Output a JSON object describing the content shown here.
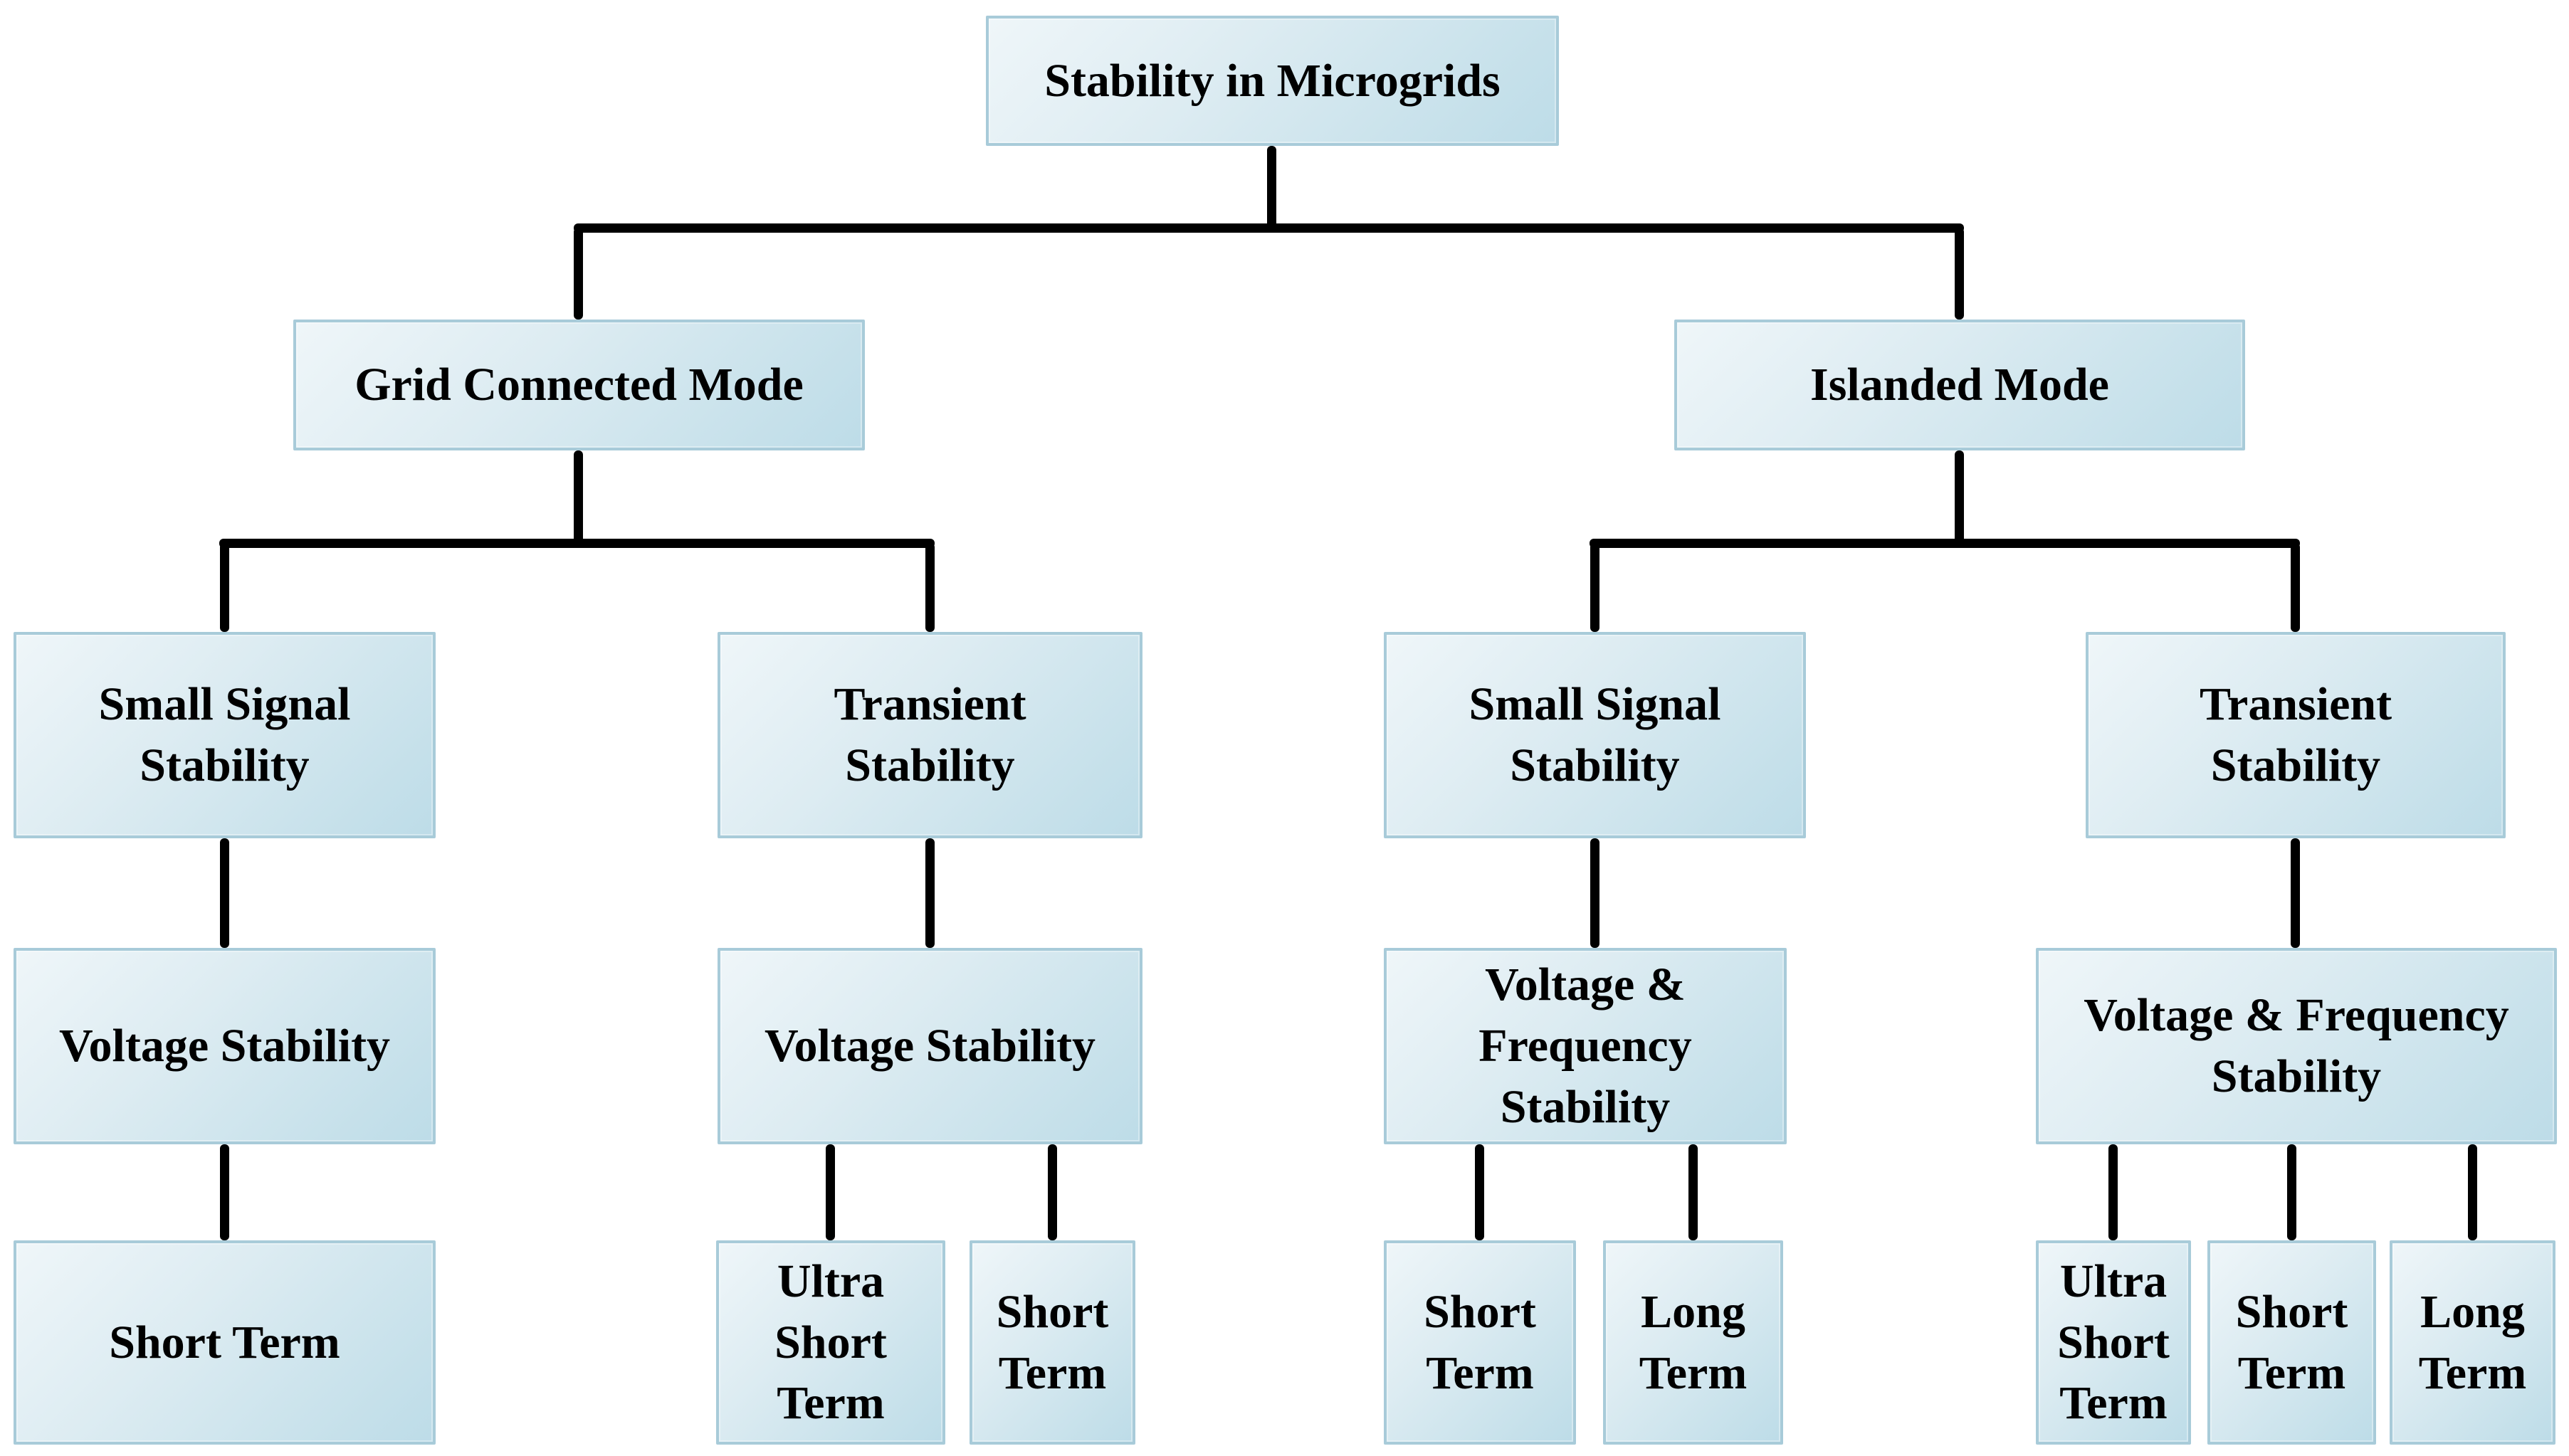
{
  "diagram": {
    "title": "Stability in Microgrids",
    "type": "hierarchy-tree",
    "colors": {
      "box_fill_light": "#eff6f9",
      "box_fill_dark": "#bddce8",
      "box_border": "#a8cbd9",
      "connector": "#000000",
      "text": "#000000",
      "background": "#ffffff"
    },
    "nodes": {
      "root": {
        "label": "Stability in Microgrids"
      },
      "grid_mode": {
        "label": "Grid Connected Mode"
      },
      "islanded_mode": {
        "label": "Islanded Mode"
      },
      "gc_small_signal": {
        "label": "Small Signal\nStability"
      },
      "gc_transient": {
        "label": "Transient\nStability"
      },
      "is_small_signal": {
        "label": "Small Signal\nStability"
      },
      "is_transient": {
        "label": "Transient\nStability"
      },
      "gc_ss_voltage": {
        "label": "Voltage Stability"
      },
      "gc_ts_voltage": {
        "label": "Voltage Stability"
      },
      "is_ss_vf": {
        "label": "Voltage &\nFrequency\nStability"
      },
      "is_ts_vf": {
        "label": "Voltage & Frequency\nStability"
      },
      "gc_ss_short": {
        "label": "Short Term"
      },
      "gc_ts_ultra": {
        "label": "Ultra\nShort\nTerm"
      },
      "gc_ts_short": {
        "label": "Short\nTerm"
      },
      "is_ss_short": {
        "label": "Short\nTerm"
      },
      "is_ss_long": {
        "label": "Long\nTerm"
      },
      "is_ts_ultra": {
        "label": "Ultra\nShort\nTerm"
      },
      "is_ts_short": {
        "label": "Short\nTerm"
      },
      "is_ts_long": {
        "label": "Long\nTerm"
      }
    },
    "hierarchy": {
      "Stability in Microgrids": {
        "Grid Connected Mode": {
          "Small Signal Stability": {
            "Voltage Stability": [
              "Short Term"
            ]
          },
          "Transient Stability": {
            "Voltage Stability": [
              "Ultra Short Term",
              "Short Term"
            ]
          }
        },
        "Islanded Mode": {
          "Small Signal Stability": {
            "Voltage & Frequency Stability": [
              "Short Term",
              "Long Term"
            ]
          },
          "Transient Stability": {
            "Voltage & Frequency Stability": [
              "Ultra Short Term",
              "Short Term",
              "Long Term"
            ]
          }
        }
      }
    }
  }
}
